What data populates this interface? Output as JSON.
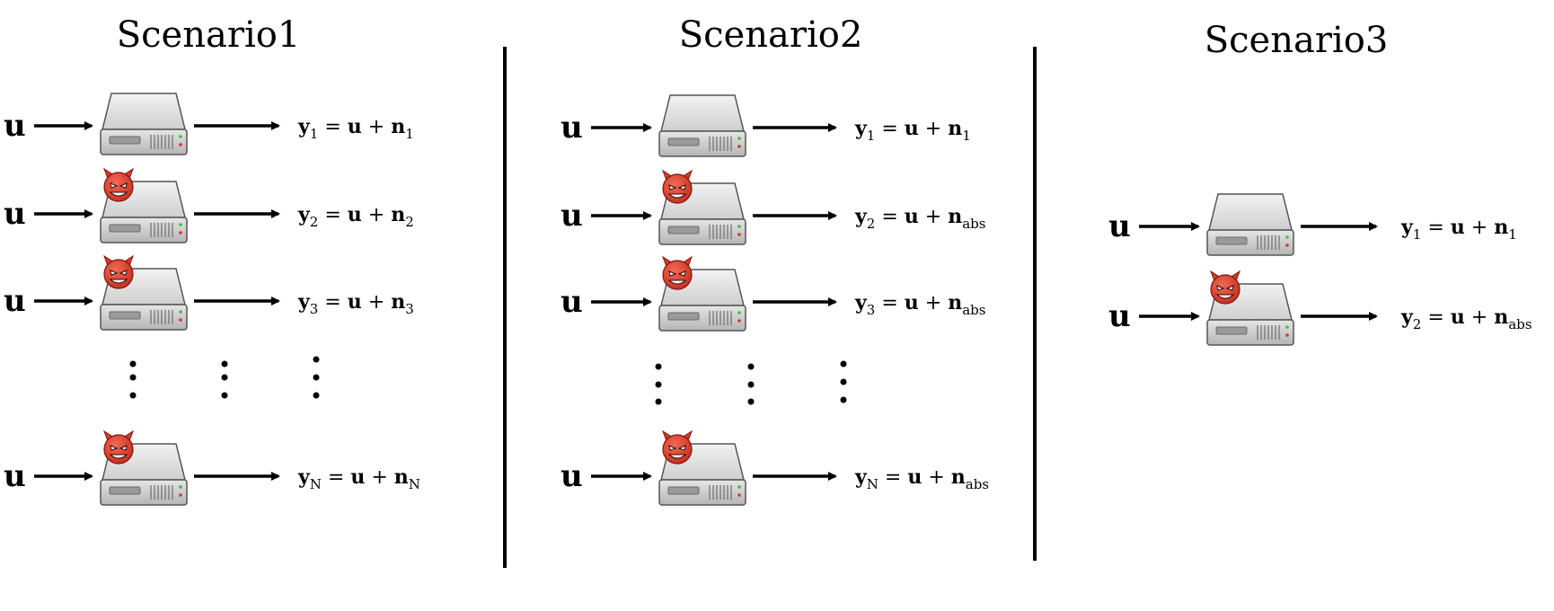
{
  "scenarios": [
    {
      "title": "Scenario1",
      "rows": [
        {
          "input": "u",
          "malicious": false,
          "y_sub": "1",
          "n_sub": "1"
        },
        {
          "input": "u",
          "malicious": true,
          "y_sub": "2",
          "n_sub": "2"
        },
        {
          "input": "u",
          "malicious": true,
          "y_sub": "3",
          "n_sub": "3"
        },
        {
          "input": "u",
          "malicious": true,
          "y_sub": "N",
          "n_sub": "N"
        }
      ]
    },
    {
      "title": "Scenario2",
      "rows": [
        {
          "input": "u",
          "malicious": false,
          "y_sub": "1",
          "n_sub": "1"
        },
        {
          "input": "u",
          "malicious": true,
          "y_sub": "2",
          "n_sub": "abs"
        },
        {
          "input": "u",
          "malicious": true,
          "y_sub": "3",
          "n_sub": "abs"
        },
        {
          "input": "u",
          "malicious": true,
          "y_sub": "N",
          "n_sub": "abs"
        }
      ]
    },
    {
      "title": "Scenario3",
      "rows": [
        {
          "input": "u",
          "malicious": false,
          "y_sub": "1",
          "n_sub": "1"
        },
        {
          "input": "u",
          "malicious": true,
          "y_sub": "2",
          "n_sub": "abs"
        }
      ]
    }
  ],
  "equation_parts": {
    "y": "y",
    "equals": "=",
    "u": "u",
    "plus": "+",
    "n": "n"
  },
  "colors": {
    "line": "#000000",
    "server_top": "#dcdcdc",
    "server_front": "#c8c8c8",
    "server_edge": "#555555",
    "devil": "#d93a2b",
    "led_red": "#e0302a",
    "led_green": "#3cbf3c"
  }
}
